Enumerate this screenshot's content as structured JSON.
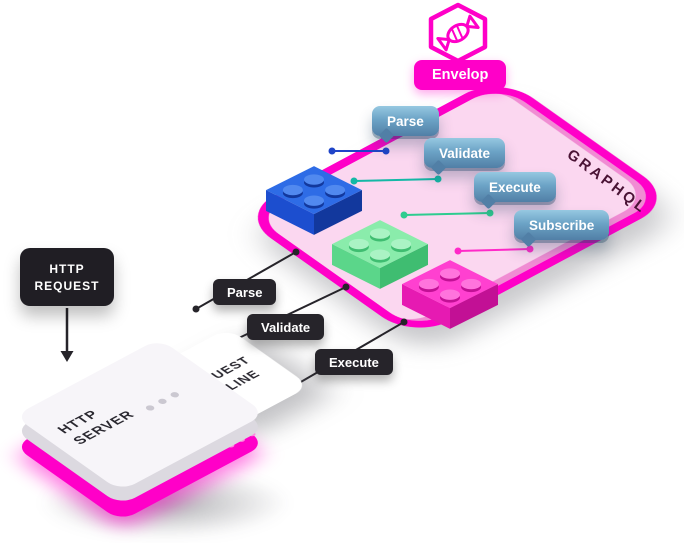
{
  "colors": {
    "accent": "#ff00c8",
    "panel_fill": "#fbd7f0",
    "tag_blue": "#6ca3c6",
    "line_dark": "#26242a",
    "line_blue": "#1f44c8",
    "line_teal": "#14b8a6",
    "line_green": "#2ecc8f",
    "line_pink": "#ff29c8",
    "brick_blue": {
      "top": "#2e6ce6",
      "left": "#1c4ecf",
      "right": "#12389d",
      "stud": "#5189ef"
    },
    "brick_green": {
      "top": "#8aecab",
      "left": "#5bd68a",
      "right": "#3fbd71",
      "stud": "#aaf3c4"
    },
    "brick_pink": {
      "top": "#ff40d0",
      "left": "#e61ab2",
      "right": "#c21095",
      "stud": "#ff74dd"
    }
  },
  "envelop": {
    "badge": "Envelop",
    "panel_label": "GRAPHQL",
    "tags": [
      {
        "label": "Parse"
      },
      {
        "label": "Validate"
      },
      {
        "label": "Execute"
      },
      {
        "label": "Subscribe"
      }
    ]
  },
  "request_box": {
    "line1": "HTTP",
    "line2": "REQUEST"
  },
  "pipeline_steps": [
    {
      "label": "Parse"
    },
    {
      "label": "Validate"
    },
    {
      "label": "Execute"
    }
  ],
  "server": {
    "line1": "HTTP",
    "line2": "SERVER"
  },
  "pipeline_card": {
    "line1": "REQUEST",
    "line2": "PIPLINE"
  },
  "icons": {
    "logo": "candy-hexagon-logo",
    "arrow": "down-arrow"
  }
}
